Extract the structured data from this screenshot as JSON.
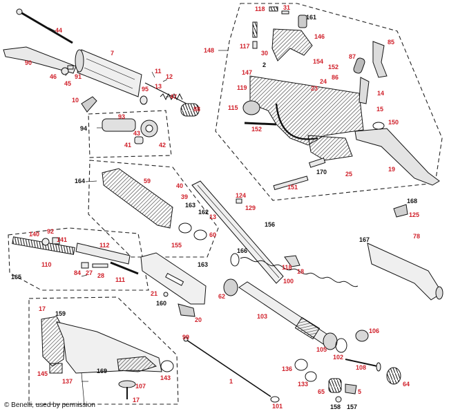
{
  "credit": "© Benelli, used by permission",
  "colors": {
    "red_label": "#d0202a",
    "black_label": "#111111",
    "line": "#1a1a1a",
    "part_fill": "#e9e9e9"
  },
  "labels": [
    {
      "id": "44",
      "text": "44",
      "color": "red"
    },
    {
      "id": "90",
      "text": "90",
      "color": "red"
    },
    {
      "id": "46",
      "text": "46",
      "color": "red"
    },
    {
      "id": "91",
      "text": "91",
      "color": "red"
    },
    {
      "id": "45",
      "text": "45",
      "color": "red"
    },
    {
      "id": "7",
      "text": "7",
      "color": "red"
    },
    {
      "id": "11",
      "text": "11",
      "color": "red"
    },
    {
      "id": "12",
      "text": "12",
      "color": "red"
    },
    {
      "id": "13a",
      "text": "13",
      "color": "red"
    },
    {
      "id": "10",
      "text": "10",
      "color": "red"
    },
    {
      "id": "95",
      "text": "95",
      "color": "red"
    },
    {
      "id": "47",
      "text": "47",
      "color": "red"
    },
    {
      "id": "88",
      "text": "88",
      "color": "red"
    },
    {
      "id": "93",
      "text": "93",
      "color": "red"
    },
    {
      "id": "94",
      "text": "94",
      "color": "black"
    },
    {
      "id": "43",
      "text": "43",
      "color": "red"
    },
    {
      "id": "41",
      "text": "41",
      "color": "red"
    },
    {
      "id": "42",
      "text": "42",
      "color": "red"
    },
    {
      "id": "118a",
      "text": "118",
      "color": "red"
    },
    {
      "id": "31",
      "text": "31",
      "color": "red"
    },
    {
      "id": "161",
      "text": "161",
      "color": "black"
    },
    {
      "id": "146",
      "text": "146",
      "color": "red"
    },
    {
      "id": "148",
      "text": "148",
      "color": "red"
    },
    {
      "id": "117",
      "text": "117",
      "color": "red"
    },
    {
      "id": "30",
      "text": "30",
      "color": "red"
    },
    {
      "id": "85",
      "text": "85",
      "color": "red"
    },
    {
      "id": "87",
      "text": "87",
      "color": "red"
    },
    {
      "id": "2",
      "text": "2",
      "color": "black"
    },
    {
      "id": "154",
      "text": "154",
      "color": "red"
    },
    {
      "id": "152a",
      "text": "152",
      "color": "red"
    },
    {
      "id": "147",
      "text": "147",
      "color": "red"
    },
    {
      "id": "86",
      "text": "86",
      "color": "red"
    },
    {
      "id": "24",
      "text": "24",
      "color": "red"
    },
    {
      "id": "23",
      "text": "23",
      "color": "red"
    },
    {
      "id": "119",
      "text": "119",
      "color": "red"
    },
    {
      "id": "14",
      "text": "14",
      "color": "red"
    },
    {
      "id": "115",
      "text": "115",
      "color": "red"
    },
    {
      "id": "15",
      "text": "15",
      "color": "red"
    },
    {
      "id": "152b",
      "text": "152",
      "color": "red"
    },
    {
      "id": "150",
      "text": "150",
      "color": "red"
    },
    {
      "id": "170",
      "text": "170",
      "color": "black"
    },
    {
      "id": "25",
      "text": "25",
      "color": "red"
    },
    {
      "id": "19",
      "text": "19",
      "color": "red"
    },
    {
      "id": "151",
      "text": "151",
      "color": "red"
    },
    {
      "id": "164",
      "text": "164",
      "color": "black"
    },
    {
      "id": "59",
      "text": "59",
      "color": "red"
    },
    {
      "id": "40",
      "text": "40",
      "color": "red"
    },
    {
      "id": "39",
      "text": "39",
      "color": "red"
    },
    {
      "id": "163a",
      "text": "163",
      "color": "black"
    },
    {
      "id": "162",
      "text": "162",
      "color": "black"
    },
    {
      "id": "13b",
      "text": "13",
      "color": "red"
    },
    {
      "id": "124",
      "text": "124",
      "color": "red"
    },
    {
      "id": "129",
      "text": "129",
      "color": "red"
    },
    {
      "id": "156",
      "text": "156",
      "color": "black"
    },
    {
      "id": "60",
      "text": "60",
      "color": "red"
    },
    {
      "id": "155",
      "text": "155",
      "color": "red"
    },
    {
      "id": "168",
      "text": "168",
      "color": "black"
    },
    {
      "id": "125",
      "text": "125",
      "color": "red"
    },
    {
      "id": "78",
      "text": "78",
      "color": "red"
    },
    {
      "id": "167",
      "text": "167",
      "color": "black"
    },
    {
      "id": "140",
      "text": "140",
      "color": "red"
    },
    {
      "id": "92",
      "text": "92",
      "color": "red"
    },
    {
      "id": "141",
      "text": "141",
      "color": "red"
    },
    {
      "id": "112",
      "text": "112",
      "color": "red"
    },
    {
      "id": "166",
      "text": "166",
      "color": "black"
    },
    {
      "id": "110",
      "text": "110",
      "color": "red"
    },
    {
      "id": "84",
      "text": "84",
      "color": "red"
    },
    {
      "id": "27",
      "text": "27",
      "color": "red"
    },
    {
      "id": "28",
      "text": "28",
      "color": "red"
    },
    {
      "id": "111",
      "text": "111",
      "color": "red"
    },
    {
      "id": "163b",
      "text": "163",
      "color": "black"
    },
    {
      "id": "118b",
      "text": "118",
      "color": "red"
    },
    {
      "id": "18",
      "text": "18",
      "color": "red"
    },
    {
      "id": "165",
      "text": "165",
      "color": "black"
    },
    {
      "id": "100",
      "text": "100",
      "color": "red"
    },
    {
      "id": "21",
      "text": "21",
      "color": "red"
    },
    {
      "id": "62",
      "text": "62",
      "color": "red"
    },
    {
      "id": "160",
      "text": "160",
      "color": "black"
    },
    {
      "id": "20",
      "text": "20",
      "color": "red"
    },
    {
      "id": "103",
      "text": "103",
      "color": "red"
    },
    {
      "id": "17a",
      "text": "17",
      "color": "red"
    },
    {
      "id": "159",
      "text": "159",
      "color": "black"
    },
    {
      "id": "106",
      "text": "106",
      "color": "red"
    },
    {
      "id": "99",
      "text": "99",
      "color": "red"
    },
    {
      "id": "105",
      "text": "105",
      "color": "red"
    },
    {
      "id": "102",
      "text": "102",
      "color": "red"
    },
    {
      "id": "108",
      "text": "108",
      "color": "red"
    },
    {
      "id": "145",
      "text": "145",
      "color": "red"
    },
    {
      "id": "169",
      "text": "169",
      "color": "black"
    },
    {
      "id": "143",
      "text": "143",
      "color": "red"
    },
    {
      "id": "136",
      "text": "136",
      "color": "red"
    },
    {
      "id": "137",
      "text": "137",
      "color": "red"
    },
    {
      "id": "107",
      "text": "107",
      "color": "red"
    },
    {
      "id": "1",
      "text": "1",
      "color": "red"
    },
    {
      "id": "133",
      "text": "133",
      "color": "red"
    },
    {
      "id": "64",
      "text": "64",
      "color": "red"
    },
    {
      "id": "17b",
      "text": "17",
      "color": "red"
    },
    {
      "id": "65",
      "text": "65",
      "color": "red"
    },
    {
      "id": "5",
      "text": "5",
      "color": "red"
    },
    {
      "id": "101",
      "text": "101",
      "color": "red"
    },
    {
      "id": "158",
      "text": "158",
      "color": "black"
    },
    {
      "id": "157",
      "text": "157",
      "color": "black"
    }
  ]
}
